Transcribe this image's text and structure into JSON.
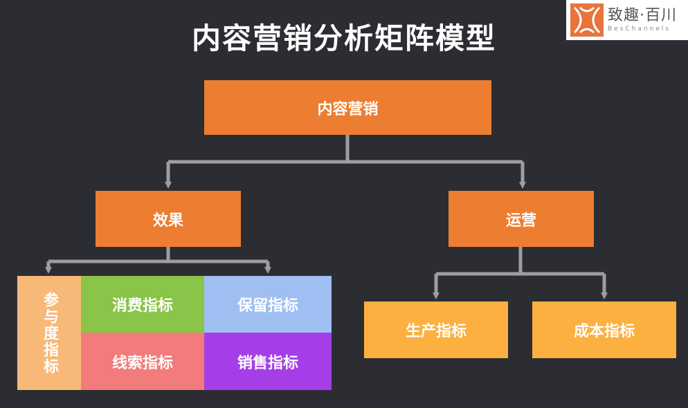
{
  "title": "内容营销分析矩阵模型",
  "logo": {
    "name": "致趣·百川",
    "subtitle": "BesChannels",
    "icon": "besChannels-logo-mark"
  },
  "root": {
    "label": "内容营销"
  },
  "branches": {
    "left": {
      "label": "效果"
    },
    "right": {
      "label": "运营"
    }
  },
  "effect_matrix": {
    "side_label": "参与度指标",
    "cells": [
      {
        "label": "消费指标"
      },
      {
        "label": "保留指标"
      },
      {
        "label": "线索指标"
      },
      {
        "label": "销售指标"
      }
    ]
  },
  "operation_children": [
    {
      "label": "生产指标"
    },
    {
      "label": "成本指标"
    }
  ],
  "colors": {
    "background": "#2b2d33",
    "orange": "#ed7d31",
    "yellow": "#fbb040",
    "side": "#f8b878",
    "consumption": "#8ac448",
    "retention": "#9fbff2",
    "leads": "#f27b7b",
    "sales": "#a63ee8",
    "connector": "#9e9e9e"
  }
}
